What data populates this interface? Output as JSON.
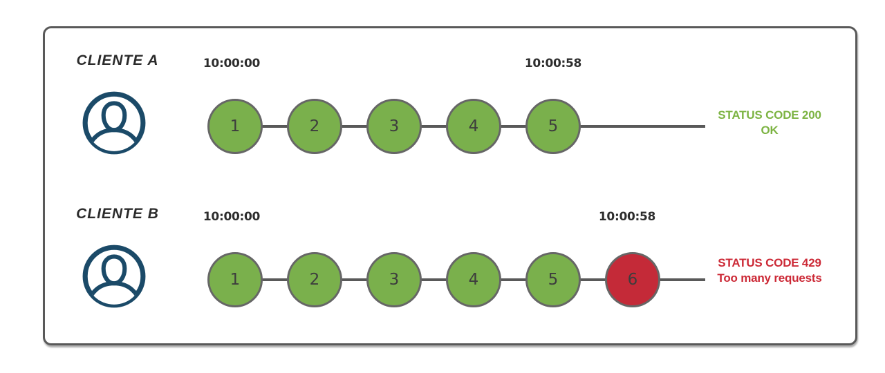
{
  "colors": {
    "panel_border": "#595959",
    "line": "#595959",
    "circle_ok_fill": "#7ab04c",
    "circle_blocked_fill": "#c42a38",
    "circle_border": "#666666",
    "number": "#3d3d3d",
    "success_text": "#7cb342",
    "error_text": "#cc2936",
    "avatar": "#1b4a68",
    "label_text": "#2b2b2b",
    "timestamp_text": "#2d2d2d"
  },
  "rows": [
    {
      "client_label": "CLIENTE A",
      "time_start": "10:00:00",
      "time_end": "10:00:58",
      "requests": [
        {
          "n": "1",
          "state": "ok"
        },
        {
          "n": "2",
          "state": "ok"
        },
        {
          "n": "3",
          "state": "ok"
        },
        {
          "n": "4",
          "state": "ok"
        },
        {
          "n": "5",
          "state": "ok"
        }
      ],
      "status": {
        "line1": "STATUS CODE 200",
        "line2": "OK",
        "type": "success"
      }
    },
    {
      "client_label": "CLIENTE B",
      "time_start": "10:00:00",
      "time_end": "10:00:58",
      "requests": [
        {
          "n": "1",
          "state": "ok"
        },
        {
          "n": "2",
          "state": "ok"
        },
        {
          "n": "3",
          "state": "ok"
        },
        {
          "n": "4",
          "state": "ok"
        },
        {
          "n": "5",
          "state": "ok"
        },
        {
          "n": "6",
          "state": "blocked"
        }
      ],
      "status": {
        "line1": "STATUS CODE 429",
        "line2": "Too many requests",
        "type": "error"
      }
    }
  ]
}
